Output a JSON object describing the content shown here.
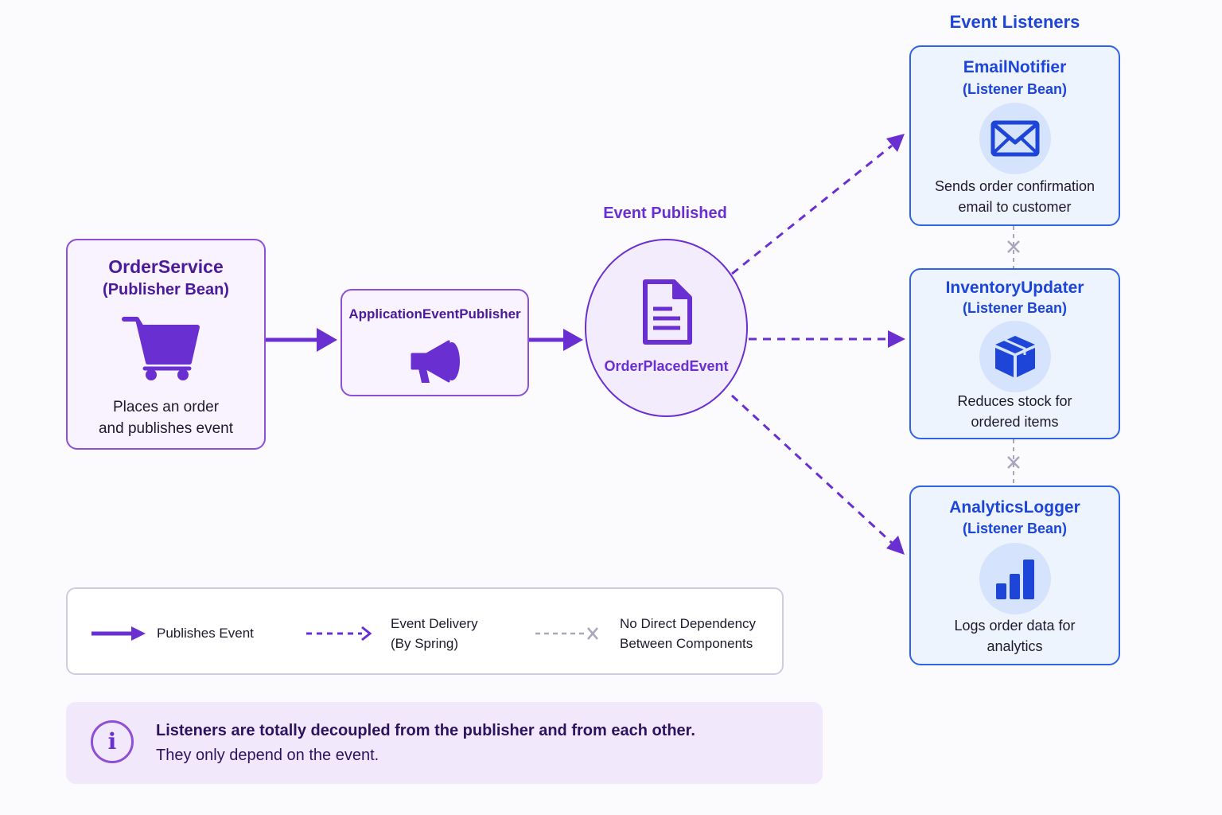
{
  "headers": {
    "event_listeners": "Event Listeners",
    "event_published": "Event Published"
  },
  "publisher": {
    "title": "OrderService",
    "subtitle": "(Publisher Bean)",
    "description_line1": "Places an order",
    "description_line2": "and publishes event",
    "icon": "shopping-cart-icon"
  },
  "event_publisher": {
    "title": "ApplicationEventPublisher",
    "icon": "megaphone-icon"
  },
  "event": {
    "title": "OrderPlacedEvent",
    "icon": "document-icon"
  },
  "listeners": [
    {
      "title": "EmailNotifier",
      "subtitle": "(Listener Bean)",
      "description_line1": "Sends order confirmation",
      "description_line2": "email to customer",
      "icon": "envelope-icon"
    },
    {
      "title": "InventoryUpdater",
      "subtitle": "(Listener Bean)",
      "description_line1": "Reduces stock for",
      "description_line2": "ordered items",
      "icon": "box-icon"
    },
    {
      "title": "AnalyticsLogger",
      "subtitle": "(Listener Bean)",
      "description_line1": "Logs order data for",
      "description_line2": "analytics",
      "icon": "bar-chart-icon"
    }
  ],
  "legend": {
    "publishes": "Publishes Event",
    "delivery_line1": "Event Delivery",
    "delivery_line2": "(By Spring)",
    "no_dependency_line1": "No Direct Dependency",
    "no_dependency_line2": "Between Components"
  },
  "info": {
    "bold_text": "Listeners are totally decoupled from the publisher and from each other.",
    "normal_text": "They only depend on the event.",
    "icon": "info-icon"
  },
  "colors": {
    "purple": "#6a2fd0",
    "dark_purple": "#4b1a9a",
    "blue": "#1d45d8",
    "gray_dashed": "#a9a6bd"
  }
}
